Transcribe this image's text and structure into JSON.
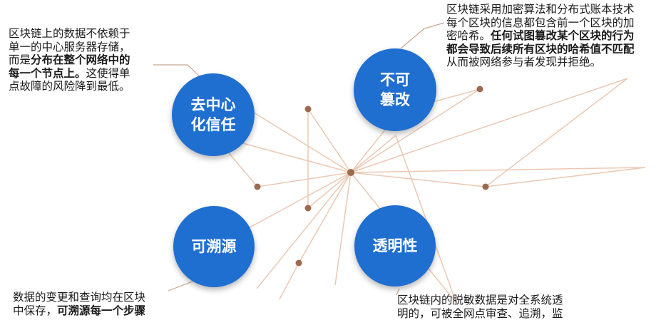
{
  "nodes": {
    "decentralized": {
      "line1": "去中心",
      "line2": "化信任"
    },
    "tamper_proof": {
      "line1": "不可",
      "line2": "篡改"
    },
    "traceable": {
      "line1": "可溯源"
    },
    "transparent": {
      "line1": "透明性"
    }
  },
  "notes": {
    "decentralized": {
      "l1": "区块链上的数据不依赖于",
      "l2": "单一的中心服务器存储，",
      "l3a": "而是",
      "l3b": "分布在整个网络中的",
      "l4b": "每一个节点上。",
      "l4c": "这使得单",
      "l5": "点故障的风险降到最低。"
    },
    "tamper_proof": {
      "l1": "区块链采用加密算法和分布式账本技术",
      "l2": "每个区块的信息都包含前一个区块的加",
      "l3a": "密哈希。",
      "l3b": "任何试图篡改某个区块的行为",
      "l4b": "都会导致后续所有区块的哈希值不匹配",
      "l5": "从而被网络参与者发现并拒绝。"
    },
    "traceable": {
      "l1": "数据的变更和查询均在区块",
      "l2a": "中保存，",
      "l2b": "可溯源每一个步骤"
    },
    "transparent": {
      "l1": "区块链内的脱敏数据是对全系统透",
      "l2": "明的，可被全网点审查、追溯，监"
    }
  },
  "colors": {
    "circle": "#1f6fd1",
    "line": "#ecc8b3",
    "dot": "#9b6a4f",
    "leader": "#c8a58f"
  }
}
